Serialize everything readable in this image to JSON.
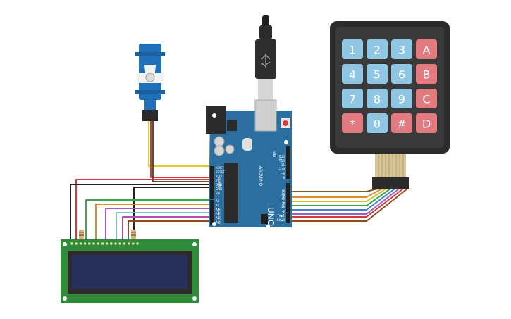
{
  "board": {
    "brand": "ARDUINO",
    "model": "UNO",
    "aref": "AREF",
    "gnd": "GND",
    "power_header": "POWER",
    "analog_header": "ANALOG IN",
    "digital_header": "DIGITAL (PWM~)",
    "power_pins": [
      "IOREF",
      "RESET",
      "3.3V",
      "5V",
      "GND",
      "GND",
      "Vin"
    ],
    "analog_pins": [
      "A0",
      "A1",
      "A2",
      "A3",
      "A4",
      "A5"
    ],
    "digital_pins_top": [
      "13",
      "12",
      "~11",
      "~10",
      "~9",
      "8"
    ],
    "digital_pins_bottom": [
      "7",
      "~6",
      "~5",
      "4",
      "~3",
      "2",
      "TX▶1",
      "RX◀0"
    ]
  },
  "keypad": {
    "keys": [
      {
        "label": "1",
        "kind": "digit"
      },
      {
        "label": "2",
        "kind": "digit"
      },
      {
        "label": "3",
        "kind": "digit"
      },
      {
        "label": "A",
        "kind": "func"
      },
      {
        "label": "4",
        "kind": "digit"
      },
      {
        "label": "5",
        "kind": "digit"
      },
      {
        "label": "6",
        "kind": "digit"
      },
      {
        "label": "B",
        "kind": "func"
      },
      {
        "label": "7",
        "kind": "digit"
      },
      {
        "label": "8",
        "kind": "digit"
      },
      {
        "label": "9",
        "kind": "digit"
      },
      {
        "label": "C",
        "kind": "func"
      },
      {
        "label": "*",
        "kind": "func"
      },
      {
        "label": "0",
        "kind": "digit"
      },
      {
        "label": "#",
        "kind": "func"
      },
      {
        "label": "D",
        "kind": "func"
      }
    ]
  },
  "colors": {
    "board": "#2a6fa0",
    "key_digit": "#8fc6e3",
    "key_func": "#e27a80",
    "lcd_pcb": "#2e8b3a",
    "lcd_screen": "#26305a",
    "servo": "#1f70b8"
  }
}
